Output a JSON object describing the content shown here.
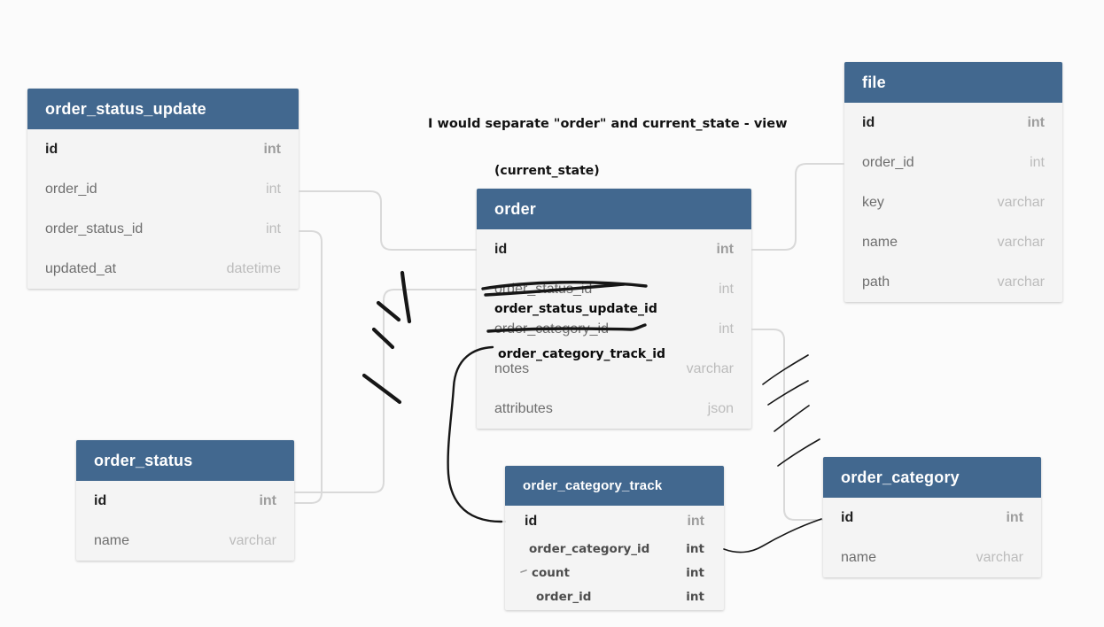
{
  "annotations": {
    "note_top": "I would separate \"order\" and current_state - view",
    "note_current_state": "(current_state)",
    "added_field_order_status_update_id": "order_status_update_id",
    "added_field_order_category_track_id": "order_category_track_id"
  },
  "colors": {
    "header_bg": "#42688f",
    "table_body_bg": "#f4f4f4",
    "relationship_line": "#d9d9d9",
    "ink": "#161616"
  },
  "tables": {
    "order_status_update": {
      "title": "order_status_update",
      "rows": [
        {
          "name": "id",
          "type": "int"
        },
        {
          "name": "order_id",
          "type": "int"
        },
        {
          "name": "order_status_id",
          "type": "int"
        },
        {
          "name": "updated_at",
          "type": "datetime"
        }
      ]
    },
    "order": {
      "title": "order",
      "rows": [
        {
          "name": "id",
          "type": "int"
        },
        {
          "name": "order_status_id",
          "type": "int",
          "struck": true
        },
        {
          "name": "order_category_id",
          "type": "int",
          "struck": true
        },
        {
          "name": "notes",
          "type": "varchar"
        },
        {
          "name": "attributes",
          "type": "json"
        }
      ]
    },
    "file": {
      "title": "file",
      "rows": [
        {
          "name": "id",
          "type": "int"
        },
        {
          "name": "order_id",
          "type": "int"
        },
        {
          "name": "key",
          "type": "varchar"
        },
        {
          "name": "name",
          "type": "varchar"
        },
        {
          "name": "path",
          "type": "varchar"
        }
      ]
    },
    "order_status": {
      "title": "order_status",
      "rows": [
        {
          "name": "id",
          "type": "int"
        },
        {
          "name": "name",
          "type": "varchar"
        }
      ]
    },
    "order_category_track": {
      "title": "order_category_track",
      "rows": [
        {
          "name": "id",
          "type": "int"
        },
        {
          "name": "order_category_id",
          "type": "int"
        },
        {
          "name": "count",
          "type": "int"
        },
        {
          "name": "order_id",
          "type": "int"
        }
      ]
    },
    "order_category": {
      "title": "order_category",
      "rows": [
        {
          "name": "id",
          "type": "int"
        },
        {
          "name": "name",
          "type": "varchar"
        }
      ]
    }
  },
  "relationships": [
    {
      "from": "order_status_update.order_id",
      "to": "order.id"
    },
    {
      "from": "order_status_update.order_status_id",
      "to": "order_status.id"
    },
    {
      "from": "order.order_status_id",
      "to": "order_status.id",
      "crossed_out": true
    },
    {
      "from": "file.order_id",
      "to": "order.id"
    },
    {
      "from": "order.order_category_id",
      "to": "order_category.id",
      "crossed_out": true
    },
    {
      "from": "order.order_category_track_id",
      "to": "order_category_track.id",
      "hand_drawn": true
    },
    {
      "from": "order_category_track.order_category_id",
      "to": "order_category.id",
      "hand_drawn": true
    }
  ]
}
